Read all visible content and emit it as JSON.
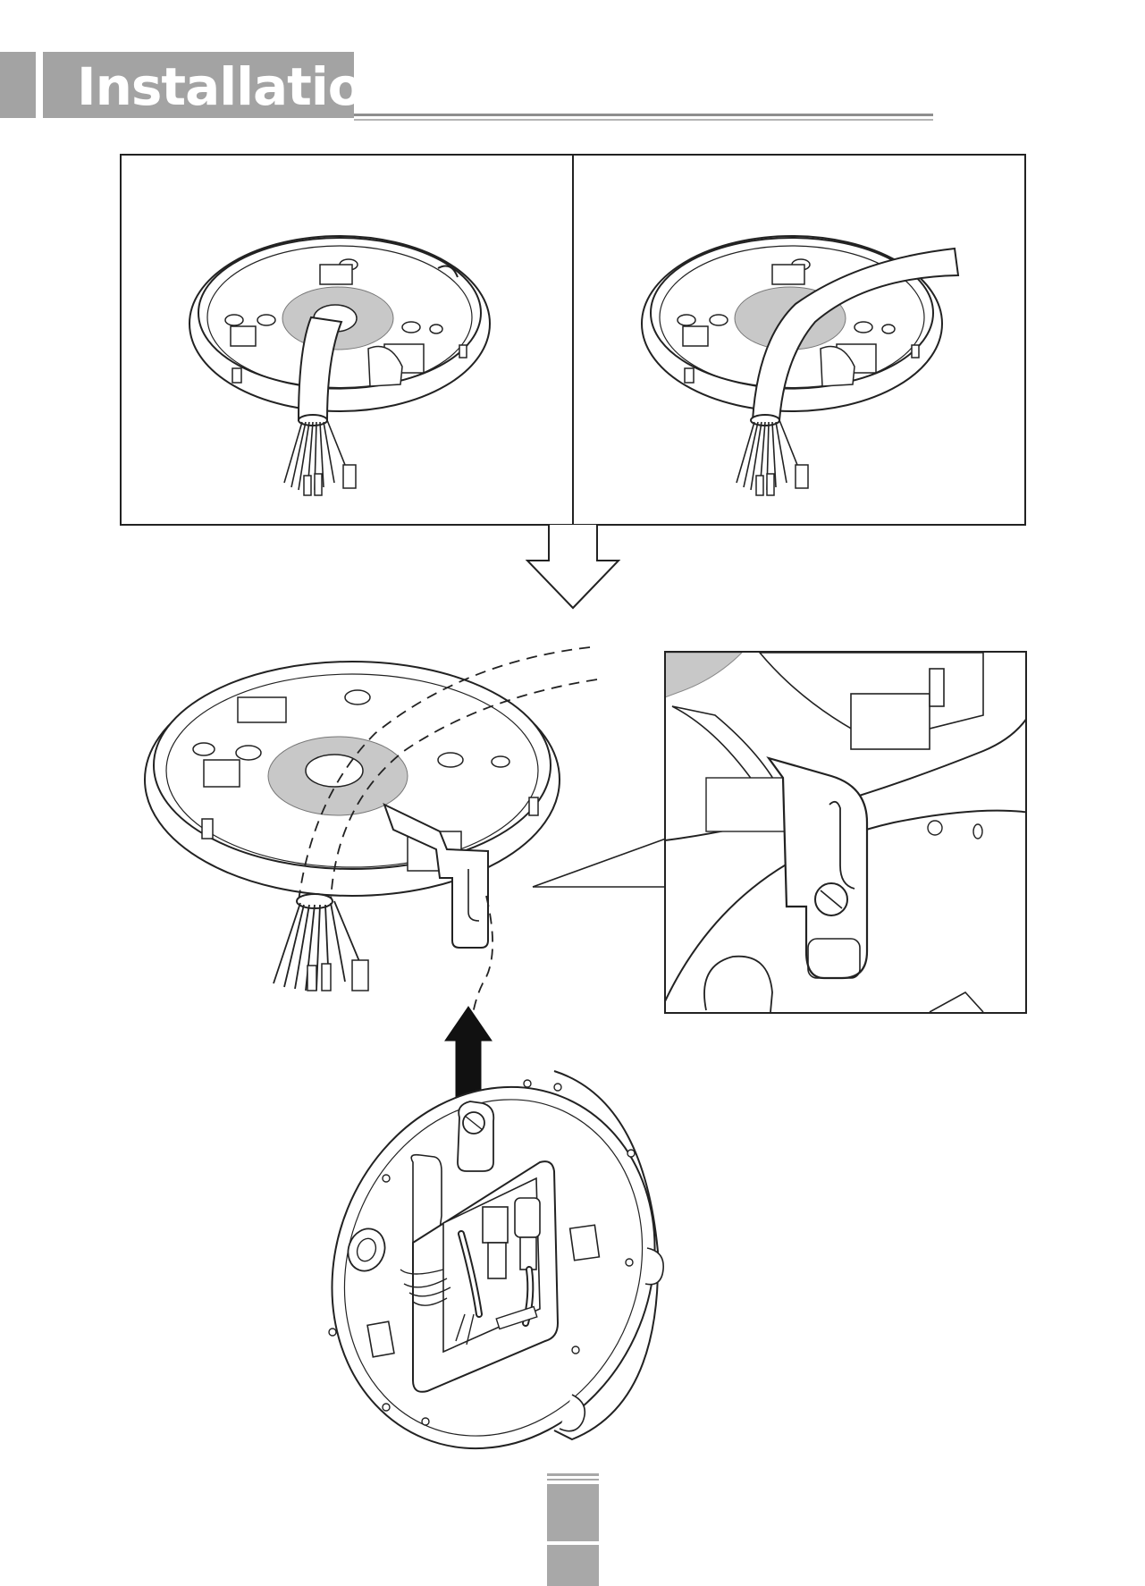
{
  "header": {
    "section_title": "Installation",
    "accent_color": "#a3a3a3"
  },
  "page": {
    "number": ""
  },
  "figures": {
    "top_left": "ceiling-mount-cable-through-center",
    "top_right": "ceiling-mount-cable-through-side",
    "middle_left": "mount-plate-with-hook",
    "middle_right": "hook-detail-zoom",
    "bottom": "camera-base-with-connectors"
  },
  "icons": {
    "down_arrow": "down-arrow-icon",
    "up_arrow": "up-arrow-icon"
  }
}
